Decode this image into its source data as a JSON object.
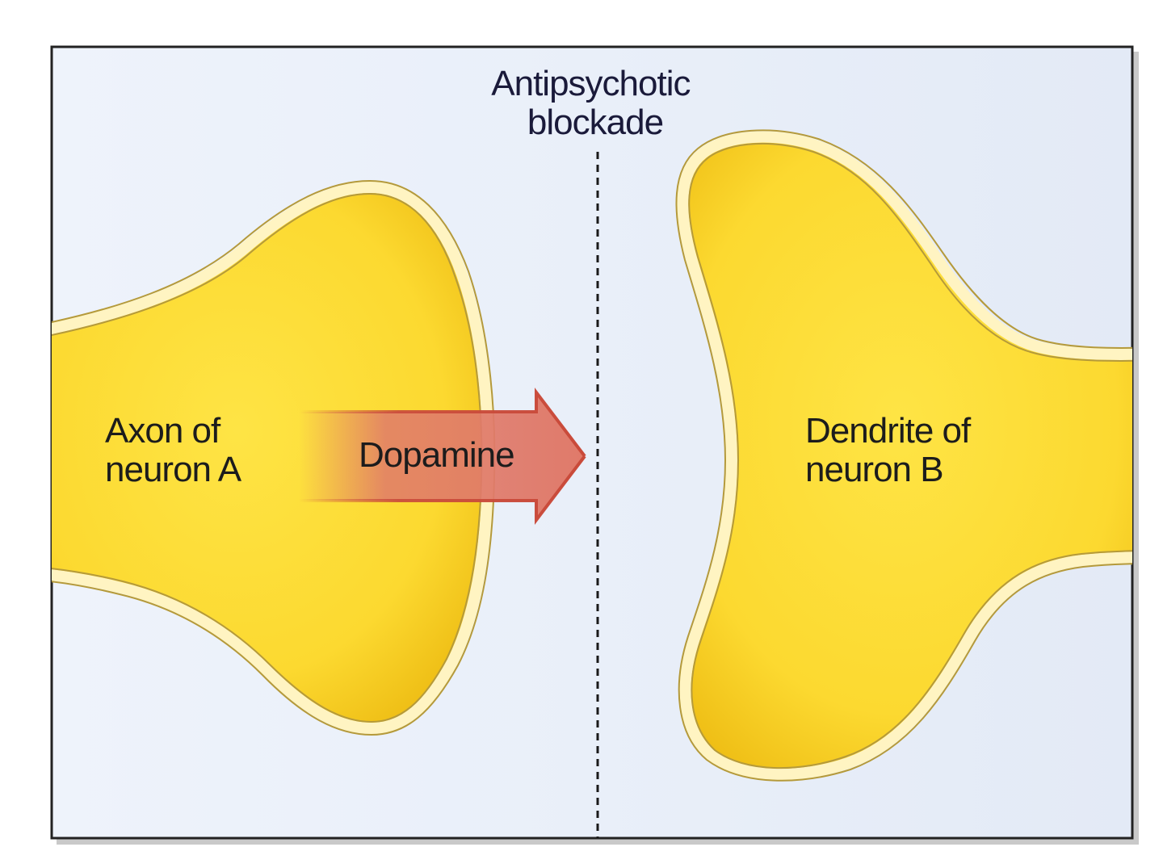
{
  "diagram": {
    "blockade_label": {
      "line1": "Antipsychotic",
      "line2": "blockade"
    },
    "axon_label": {
      "line1": "Axon of",
      "line2": "neuron A"
    },
    "dendrite_label": {
      "line1": "Dendrite of",
      "line2": "neuron B"
    },
    "arrow_label": "Dopamine",
    "colors": {
      "background": "#e8eef8",
      "neuron_fill": "#fde03a",
      "neuron_shade": "#f2c21a",
      "membrane": "#fff4c2",
      "membrane_outline": "#b59a3a",
      "arrow": "#e07a6a",
      "arrow_dark": "#c94a3a",
      "frame": "#222222"
    }
  }
}
